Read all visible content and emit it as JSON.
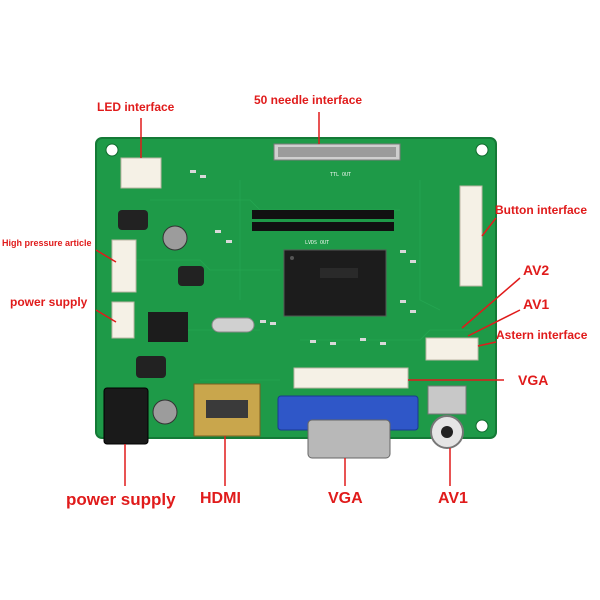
{
  "labels": {
    "led_interface": "LED interface",
    "needle_50_interface": "50 needle interface",
    "button_interface": "Button interface",
    "high_pressure_article": "High pressure article",
    "power_supply_left": "power supply",
    "av2": "AV2",
    "av1_right": "AV1",
    "astern_interface": "Astern interface",
    "vga_right": "VGA",
    "power_supply_bottom": "power supply",
    "hdmi": "HDMI",
    "vga_bottom": "VGA",
    "av1_bottom": "AV1"
  },
  "colors": {
    "label_red": "#e01b1b",
    "pcb_green": "#1e9a48",
    "pcb_dark": "#157a37"
  },
  "silkscreen": {
    "ttl_out": "TTL OUT",
    "lvds_out": "LVDS OUT"
  }
}
